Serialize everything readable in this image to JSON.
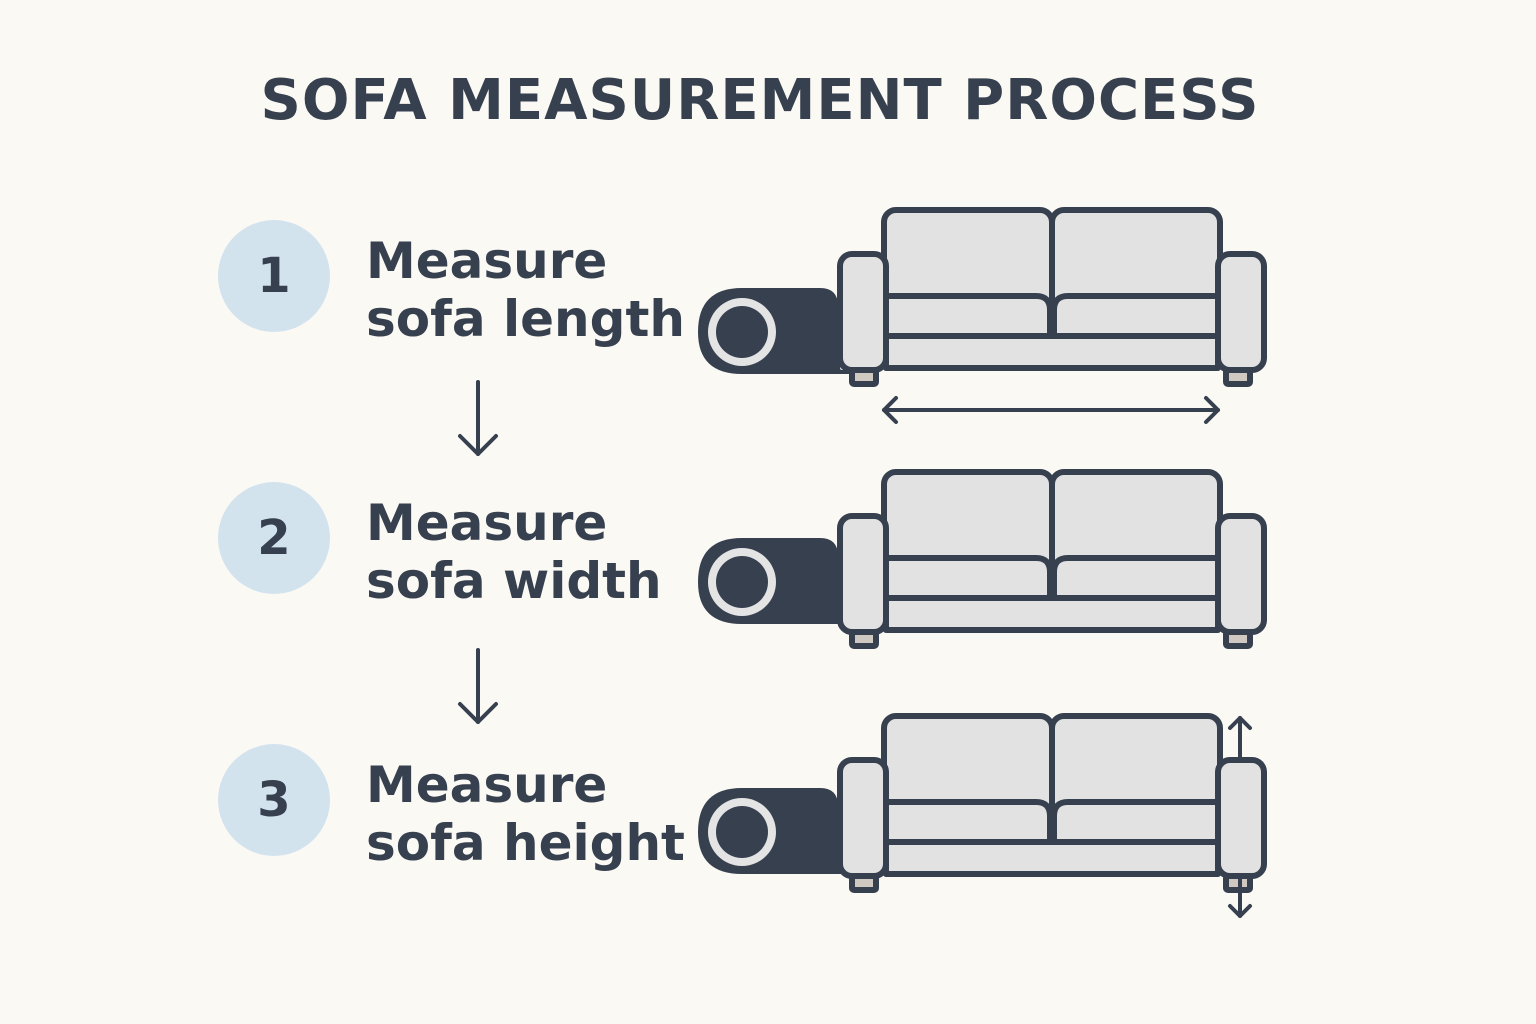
{
  "title": "SOFA MEASUREMENT PROCESS",
  "steps": [
    {
      "number": "1",
      "line1": "Measure",
      "line2": "sofa length",
      "dimension": "length"
    },
    {
      "number": "2",
      "line1": "Measure",
      "line2": "sofa width",
      "dimension": "width"
    },
    {
      "number": "3",
      "line1": "Measure",
      "line2": "sofa height",
      "dimension": "height"
    }
  ],
  "colors": {
    "background": "#fbf9f4",
    "ink": "#36404f",
    "badge": "#d3e3ee",
    "sofa_fill": "#e2e2e2"
  },
  "icons": [
    "tape-measure-icon",
    "sofa-icon",
    "arrow-down-icon",
    "double-arrow-horizontal-icon",
    "double-arrow-vertical-icon"
  ]
}
